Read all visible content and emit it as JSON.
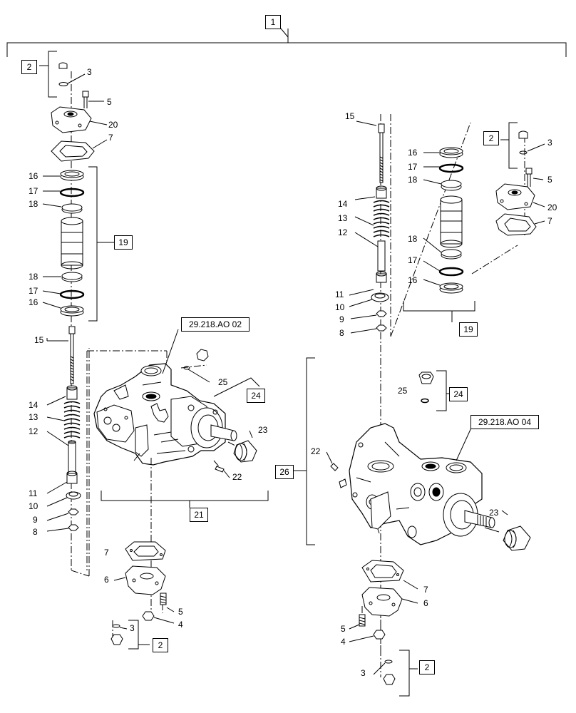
{
  "callouts": {
    "n1": "1",
    "n2": "2",
    "n3": "3",
    "n4": "4",
    "n5": "5",
    "n6": "6",
    "n7": "7",
    "n8": "8",
    "n9": "9",
    "n10": "10",
    "n11": "11",
    "n12": "12",
    "n13": "13",
    "n14": "14",
    "n15": "15",
    "n16": "16",
    "n17": "17",
    "n18": "18",
    "n19": "19",
    "n20": "20",
    "n21": "21",
    "n22": "22",
    "n23": "23",
    "n24": "24",
    "n25": "25",
    "n26": "26"
  },
  "references": {
    "left_ref": "29.218.AO 02",
    "right_ref": "29.218.AO 04"
  }
}
